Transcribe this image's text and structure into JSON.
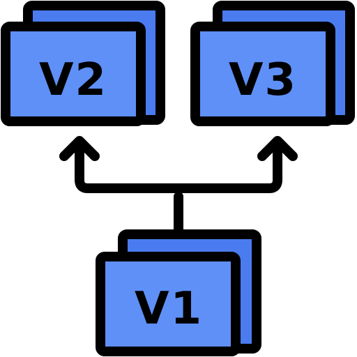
{
  "diagram": {
    "colors": {
      "back_card": "#4a7cf0",
      "front_card": "#5f90f8",
      "stroke": "#000000",
      "background": "#ffffff"
    },
    "nodes": [
      {
        "id": "v2",
        "label": "V2"
      },
      {
        "id": "v3",
        "label": "V3"
      },
      {
        "id": "v1",
        "label": "V1"
      }
    ],
    "edges": [
      {
        "from": "v1",
        "to": "v2"
      },
      {
        "from": "v1",
        "to": "v3"
      }
    ]
  }
}
